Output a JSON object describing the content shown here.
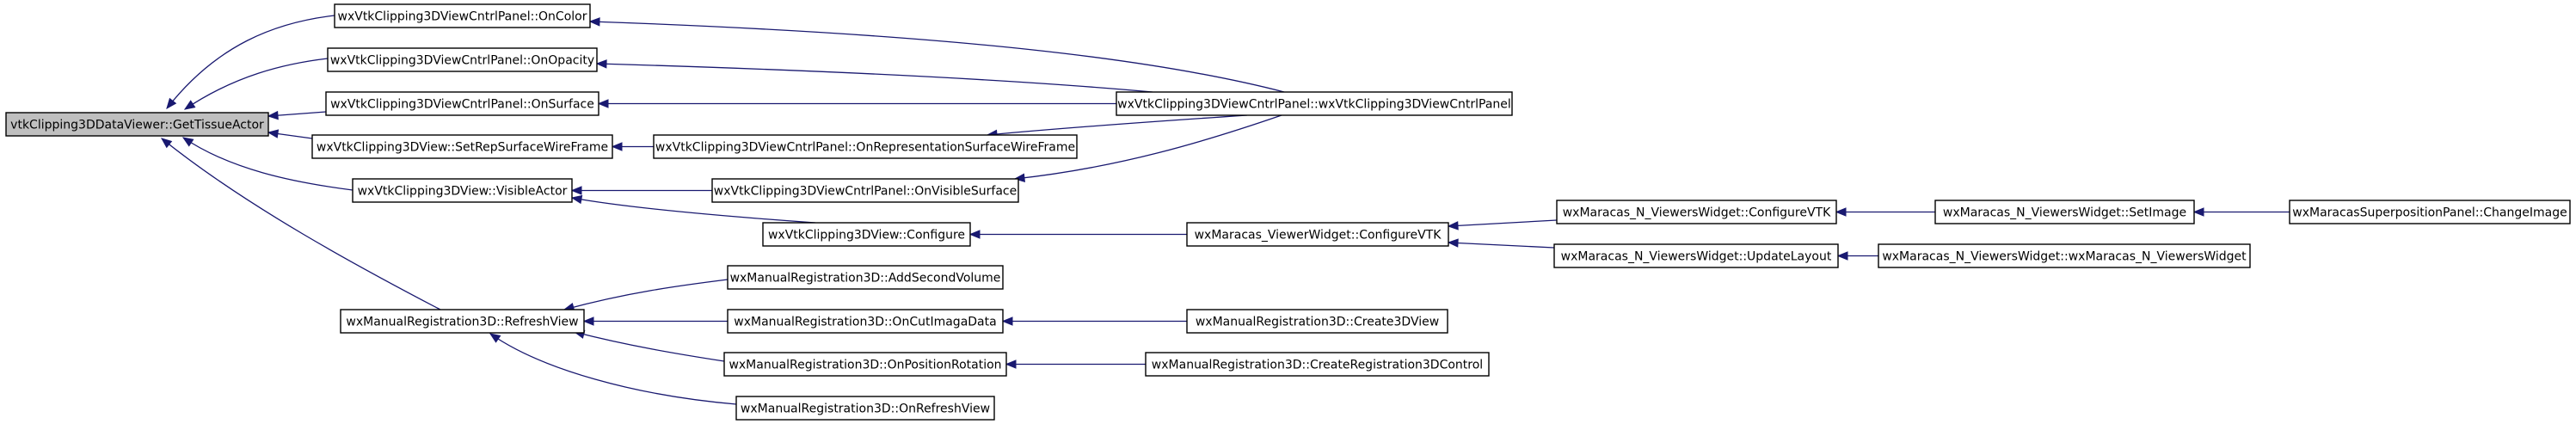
{
  "graph": {
    "direction": "caller-graph",
    "colors": {
      "edge": "#191970",
      "root_fill": "#bfbfbf",
      "node_fill": "#ffffff",
      "node_border": "#000000"
    },
    "nodes": [
      {
        "id": "n0",
        "label": "vtkClipping3DDataViewer::GetTissueActor",
        "root": true
      },
      {
        "id": "n1",
        "label": "wxVtkClipping3DViewCntrlPanel::OnColor"
      },
      {
        "id": "n2",
        "label": "wxVtkClipping3DViewCntrlPanel::OnOpacity"
      },
      {
        "id": "n3",
        "label": "wxVtkClipping3DViewCntrlPanel::OnSurface"
      },
      {
        "id": "n4",
        "label": "wxVtkClipping3DView::SetRepSurfaceWireFrame"
      },
      {
        "id": "n5",
        "label": "wxVtkClipping3DView::VisibleActor"
      },
      {
        "id": "n6",
        "label": "wxManualRegistration3D::RefreshView"
      },
      {
        "id": "n7",
        "label": "wxVtkClipping3DViewCntrlPanel::wxVtkClipping3DViewCntrlPanel"
      },
      {
        "id": "n8",
        "label": "wxVtkClipping3DViewCntrlPanel::OnRepresentationSurfaceWireFrame"
      },
      {
        "id": "n9",
        "label": "wxVtkClipping3DViewCntrlPanel::OnVisibleSurface"
      },
      {
        "id": "n10",
        "label": "wxVtkClipping3DView::Configure"
      },
      {
        "id": "n11",
        "label": "wxMaracas_ViewerWidget::ConfigureVTK"
      },
      {
        "id": "n12",
        "label": "wxMaracas_N_ViewersWidget::ConfigureVTK"
      },
      {
        "id": "n13",
        "label": "wxMaracas_N_ViewersWidget::UpdateLayout"
      },
      {
        "id": "n14",
        "label": "wxMaracas_N_ViewersWidget::SetImage"
      },
      {
        "id": "n15",
        "label": "wxMaracas_N_ViewersWidget::wxMaracas_N_ViewersWidget"
      },
      {
        "id": "n16",
        "label": "wxMaracasSuperpositionPanel::ChangeImage"
      },
      {
        "id": "n17",
        "label": "wxManualRegistration3D::AddSecondVolume"
      },
      {
        "id": "n18",
        "label": "wxManualRegistration3D::OnCutImagaData"
      },
      {
        "id": "n19",
        "label": "wxManualRegistration3D::OnPositionRotation"
      },
      {
        "id": "n20",
        "label": "wxManualRegistration3D::OnRefreshView"
      },
      {
        "id": "n21",
        "label": "wxManualRegistration3D::Create3DView"
      },
      {
        "id": "n22",
        "label": "wxManualRegistration3D::CreateRegistration3DControl"
      }
    ],
    "edges": [
      {
        "from": "n1",
        "to": "n0"
      },
      {
        "from": "n2",
        "to": "n0"
      },
      {
        "from": "n3",
        "to": "n0"
      },
      {
        "from": "n4",
        "to": "n0"
      },
      {
        "from": "n5",
        "to": "n0"
      },
      {
        "from": "n6",
        "to": "n0"
      },
      {
        "from": "n7",
        "to": "n1"
      },
      {
        "from": "n7",
        "to": "n2"
      },
      {
        "from": "n7",
        "to": "n3"
      },
      {
        "from": "n8",
        "to": "n4"
      },
      {
        "from": "n9",
        "to": "n5"
      },
      {
        "from": "n10",
        "to": "n5"
      },
      {
        "from": "n7",
        "to": "n8"
      },
      {
        "from": "n7",
        "to": "n9"
      },
      {
        "from": "n11",
        "to": "n10"
      },
      {
        "from": "n12",
        "to": "n11"
      },
      {
        "from": "n13",
        "to": "n11"
      },
      {
        "from": "n14",
        "to": "n12"
      },
      {
        "from": "n15",
        "to": "n13"
      },
      {
        "from": "n16",
        "to": "n14"
      },
      {
        "from": "n17",
        "to": "n6"
      },
      {
        "from": "n18",
        "to": "n6"
      },
      {
        "from": "n19",
        "to": "n6"
      },
      {
        "from": "n20",
        "to": "n6"
      },
      {
        "from": "n21",
        "to": "n18"
      },
      {
        "from": "n22",
        "to": "n19"
      }
    ]
  }
}
